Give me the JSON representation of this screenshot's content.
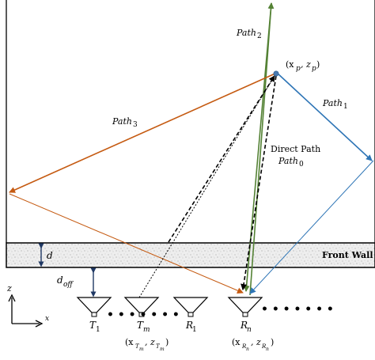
{
  "labels": {
    "path2": "Path",
    "path2_sub": "2",
    "path1": "Path",
    "path1_sub": "1",
    "path3": "Path",
    "path3_sub": "3",
    "direct_path": "Direct Path",
    "path0": "Path",
    "path0_sub": "0",
    "point_label": "(x",
    "point_p1": "p",
    "point_mid": ", z",
    "point_p2": "p",
    "point_close": ")",
    "d": "d",
    "d_off": "d",
    "d_off_sub": "off",
    "front_wall": "Front Wall",
    "axis_z": "z",
    "axis_x": "x",
    "t1": "T",
    "t1_sub": "1",
    "tm": "T",
    "tm_sub": "m",
    "r1": "R",
    "r1_sub": "1",
    "rn": "R",
    "rn_sub": "n",
    "tm_coord_a": "(x",
    "tm_coord_sub1": "T",
    "tm_coord_sub1b": "m",
    "tm_coord_b": ", z",
    "tm_coord_sub2": "T",
    "tm_coord_sub2b": "m",
    "tm_coord_c": ")",
    "rn_coord_a": "(x",
    "rn_coord_sub1": "R",
    "rn_coord_sub1b": "n",
    "rn_coord_b": ", z",
    "rn_coord_sub2": "R",
    "rn_coord_sub2b": "n",
    "rn_coord_c": ")",
    "dots": "• • • • • • •"
  },
  "colors": {
    "path1": "#2e75b6",
    "path2": "#548235",
    "path3": "#c55a11",
    "direct": "#000000",
    "point": "#4a7ab0",
    "wall_fill": "#e9e9e9"
  }
}
